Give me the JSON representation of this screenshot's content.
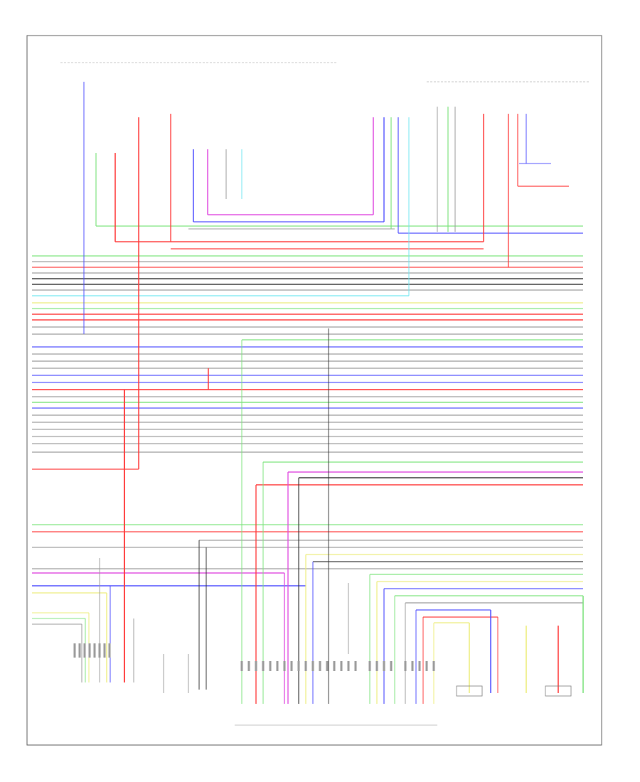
{
  "diagram": {
    "page_label": "",
    "blocks": [
      {
        "id": "combination-meter",
        "label": ""
      },
      {
        "id": "engine-control-module",
        "label": ""
      },
      {
        "id": "fuel-injection-assembly",
        "label": ""
      },
      {
        "id": "junction-connector-left",
        "label": ""
      },
      {
        "id": "junction-connector-right",
        "label": ""
      }
    ]
  },
  "colors": {
    "red": "#ff3b3b",
    "green": "#7be37b",
    "blue": "#4d4dff",
    "magenta": "#e04de0",
    "cyan": "#6fe6f0",
    "yellow": "#ecec7a",
    "gray": "#9a9a9a",
    "black": "#333333",
    "border": "#555555"
  }
}
